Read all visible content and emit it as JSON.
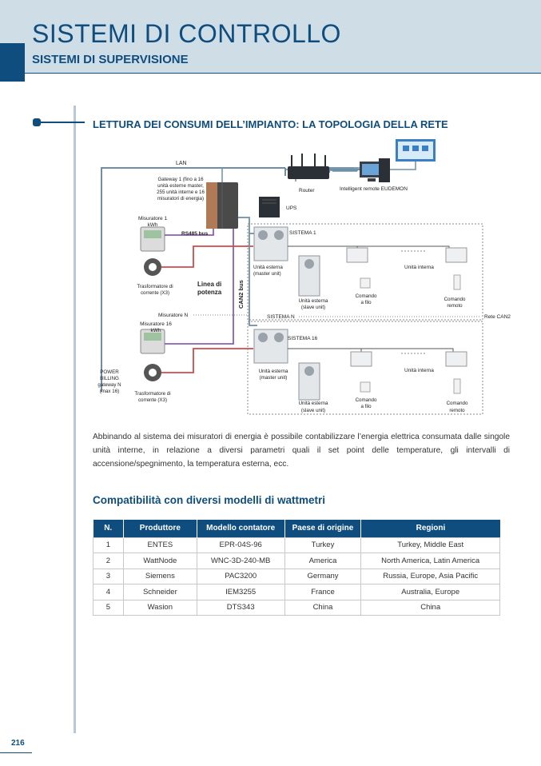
{
  "header": {
    "title": "SISTEMI DI CONTROLLO",
    "subtitle": "SISTEMI DI SUPERVISIONE"
  },
  "section": {
    "heading": "LETTURA DEI CONSUMI DELL’IMPIANTO: LA TOPOLOGIA DELLA RETE"
  },
  "diagram": {
    "lan": "LAN",
    "gateway1": [
      "Gateway 1 (fino a 16",
      "unità esterne master,",
      "255 unità interne e 16",
      "misuratori di energia)"
    ],
    "router": "Router",
    "intelligent_remote": "Intelligent remote EUDEMON",
    "ups": "UPS",
    "misuratore1": [
      "Misuratore 1",
      "kWh"
    ],
    "rs485": "RS485 bus",
    "sistema1": "SISTEMA 1",
    "unita_esterna_master": [
      "Unità esterna",
      "(master unit)"
    ],
    "unita_esterna_slave": [
      "Unità esterna",
      "(slave unit)"
    ],
    "unita_interna": "Unità interna",
    "comando_filo": [
      "Comando",
      "a filo"
    ],
    "comando_remoto": [
      "Comando",
      "remoto"
    ],
    "trasformatore": [
      "Trasformatore di",
      "corrente (X3)"
    ],
    "linea_potenza": [
      "Linea di",
      "potenza"
    ],
    "can2_bus": "CAN2 bus",
    "misuratore_n": "Misuratore N",
    "sistema_n": "SISTEMA N",
    "rete_can2": "Rete CAN2",
    "misuratore16": [
      "Misuratore 16",
      "kWh"
    ],
    "sistema16": "SISTEMA 16",
    "power_billing": [
      "POWER",
      "BILLING",
      "gateway N",
      "(max 16)"
    ],
    "trasformatore_b": [
      "Trasformatore di",
      "corrente (X3)"
    ]
  },
  "paragraph": "Abbinando al sistema dei misuratori di energia è possibile contabilizzare l’energia elettrica consumata dalle singole unità interne, in relazione a diversi parametri quali il set point delle temperature, gli intervalli di accensione/spegnimento, la temperatura esterna, ecc.",
  "compat": {
    "heading": "Compatibilità con diversi modelli di wattmetri",
    "columns": [
      "N.",
      "Produttore",
      "Modello contatore",
      "Paese di origine",
      "Regioni"
    ],
    "rows": [
      [
        "1",
        "ENTES",
        "EPR-04S-96",
        "Turkey",
        "Turkey, Middle East"
      ],
      [
        "2",
        "WattNode",
        "WNC-3D-240-MB",
        "America",
        "North America, Latin America"
      ],
      [
        "3",
        "Siemens",
        "PAC3200",
        "Germany",
        "Russia, Europe, Asia Pacific"
      ],
      [
        "4",
        "Schneider",
        "IEM3255",
        "France",
        "Australia, Europe"
      ],
      [
        "5",
        "Wasion",
        "DTS343",
        "China",
        "China"
      ]
    ]
  },
  "footer": {
    "page_number": "216"
  },
  "colors": {
    "brand_blue": "#0e4d7e",
    "header_band": "#cfdde7",
    "lan_line": "#6f8fa8",
    "power_line": "#d24a4a",
    "rs485_line": "#8a5fb5"
  }
}
